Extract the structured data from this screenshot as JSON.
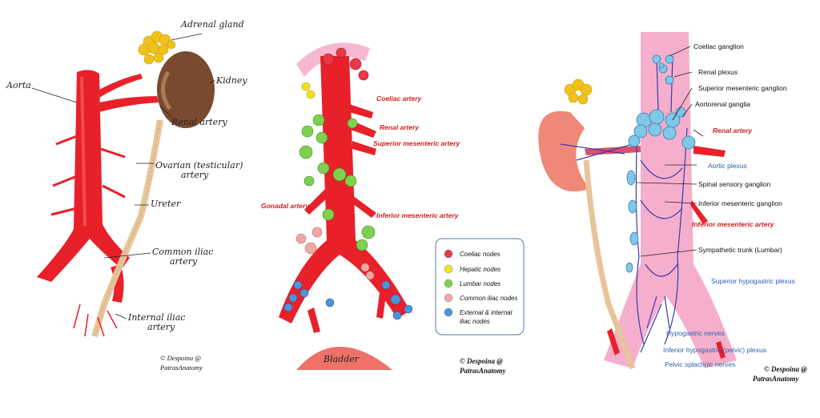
{
  "panel1": {
    "labels": {
      "adrenal": "Adrenal gland",
      "kidney": "Kidney",
      "aorta": "Aorta",
      "renal": "Renal artery",
      "ovarian1": "Ovarian (testicular)",
      "ovarian2": "artery",
      "ureter": "Ureter",
      "ciliac1": "Common iliac",
      "ciliac2": "artery",
      "iiliac1": "Internal iliac",
      "iiliac2": "artery"
    },
    "copyright1": "© Despoina @",
    "copyright2": "PatrasAnatomy"
  },
  "panel2": {
    "labels": {
      "coeliac": "Coeliac artery",
      "renal": "Renal artery",
      "sma": "Superior mesenteric artery",
      "gonadal": "Gonadal artery",
      "ima": "Inferior mesenteric artery",
      "bladder": "Bladder"
    },
    "legend": [
      {
        "label": "Coeliac nodes",
        "color": "#e8384a"
      },
      {
        "label": "Hepatic nodes",
        "color": "#f4e31c"
      },
      {
        "label": "Lumbar nodes",
        "color": "#7fd04f"
      },
      {
        "label": "Common iliac nodes",
        "color": "#f0a8a4"
      },
      {
        "label": "External & internal",
        "label2": "iliac nodes",
        "color": "#4e94d8"
      }
    ],
    "copyright1": "© Despoina @",
    "copyright2": "PatrasAnatomy"
  },
  "panel3": {
    "labels": {
      "coeliac_ganglion": "Coeliac ganglion",
      "renal_plexus": "Renal plexus",
      "sm_ganglion": "Superior mesenteric ganglion",
      "aortorenal": "Aortorenal ganglia",
      "renal_artery": "Renal artery",
      "aortic_plexus": "Aortic plexus",
      "spinal": "Spinal sensory ganglion",
      "im_ganglion": "Inferior mesenteric ganglion",
      "ima": "Inferior mesenteric artery",
      "symp": "Sympathetic trunk (Lumbar)",
      "shp": "Superior hypogastric plexus",
      "hyp_nerves": "Hypogastric nerves",
      "ihp": "Inferior hypogastric (pelvic) plexus",
      "pelvic": "Pelvic splachnic nerves"
    },
    "copyright1": "© Despoina @",
    "copyright2": "PatrasAnatomy"
  },
  "colors": {
    "artery": "#e8202a",
    "kidney": "#7a4a2e",
    "adrenal": "#f0c21a",
    "ureter": "#e7c49a",
    "aorta_pink": "#f4a6c6",
    "nerve": "#3a3ab0",
    "ganglion": "#7ec8e8"
  }
}
